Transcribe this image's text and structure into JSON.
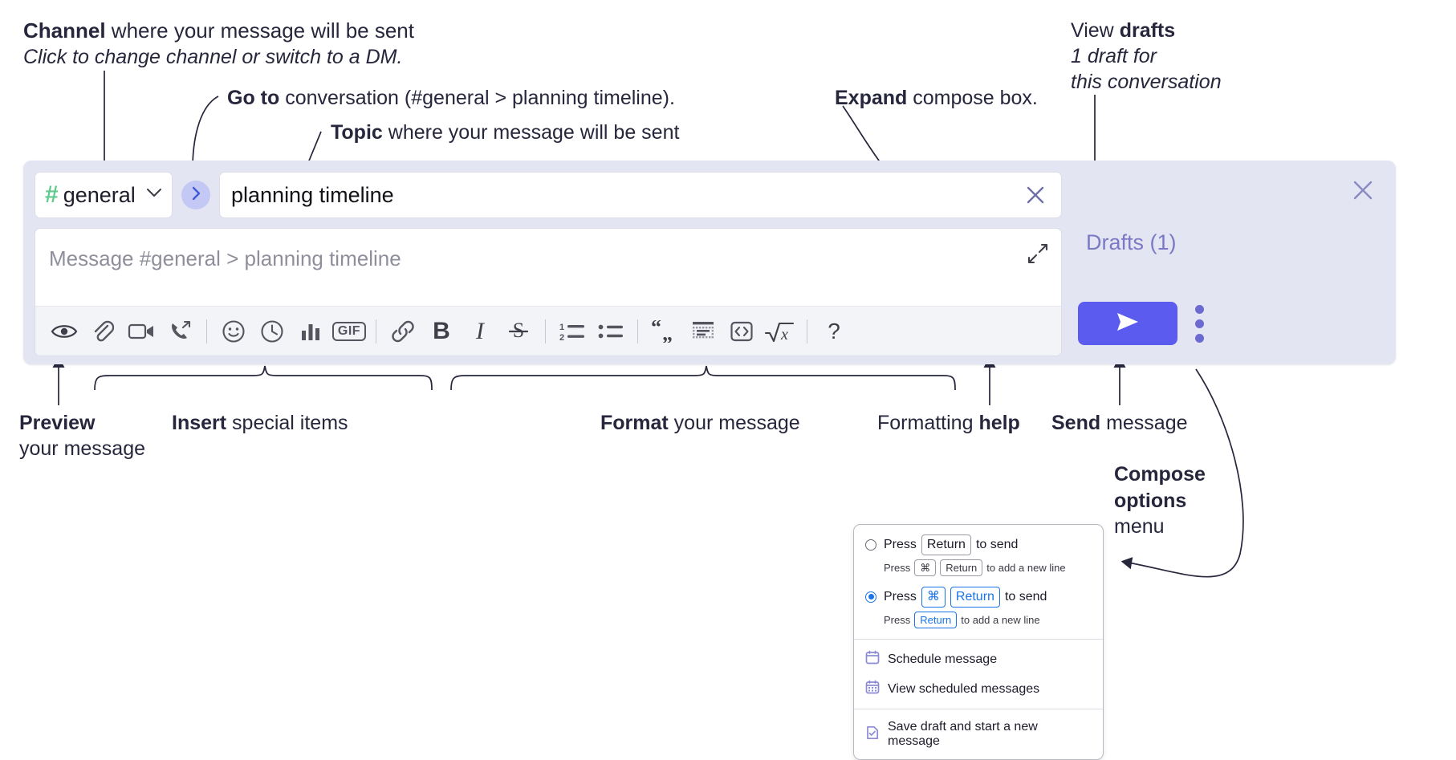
{
  "annotations": {
    "channel": {
      "bold": "Channel",
      "rest": " where your message will be sent",
      "line2": "Click to change channel or switch to a DM."
    },
    "goto": {
      "bold": "Go to",
      "rest": " conversation (#general > planning timeline)."
    },
    "topic": {
      "bold": "Topic",
      "rest": " where your message will be sent"
    },
    "expand": {
      "pre": "Expand",
      "rest": " compose box."
    },
    "drafts": {
      "pre": "View ",
      "bold": "drafts",
      "line2": "1 draft for",
      "line3": "this conversation"
    },
    "preview": {
      "bold": "Preview",
      "line2": "your message"
    },
    "insert": {
      "bold": "Insert",
      "rest": " special items"
    },
    "format": {
      "bold": "Format",
      "rest": " your message"
    },
    "formatting_help": {
      "pre": "Formatting ",
      "bold": "help"
    },
    "send": {
      "bold": "Send",
      "rest": " message"
    },
    "compose_options": {
      "l1": "Compose",
      "l2": "options",
      "l3": "menu"
    }
  },
  "compose": {
    "channel_name": "general",
    "channel_hash": "#",
    "goto_icon": "chevron-right-icon",
    "topic_value": "planning timeline",
    "message_placeholder": "Message #general > planning timeline",
    "drafts_label": "Drafts (1)",
    "send_icon": "paper-plane-icon",
    "kebab_icon": "more-vertical-icon",
    "close_icon": "close-icon",
    "expand_icon": "expand-icon",
    "clear_icon": "close-icon"
  },
  "toolbar": {
    "items": [
      {
        "name": "preview-icon",
        "label": "Preview"
      },
      {
        "name": "attachment-icon",
        "label": "Attach file"
      },
      {
        "name": "video-icon",
        "label": "Video clip"
      },
      {
        "name": "audio-call-icon",
        "label": "Audio clip"
      },
      {
        "name": "separator",
        "label": ""
      },
      {
        "name": "emoji-icon",
        "label": "Emoji"
      },
      {
        "name": "reminder-clock-icon",
        "label": "Reminder"
      },
      {
        "name": "poll-icon",
        "label": "Poll"
      },
      {
        "name": "gif-icon",
        "label": "GIF"
      },
      {
        "name": "separator",
        "label": ""
      },
      {
        "name": "link-icon",
        "label": "Link"
      },
      {
        "name": "bold-icon",
        "label": "B"
      },
      {
        "name": "italic-icon",
        "label": "I"
      },
      {
        "name": "strikethrough-icon",
        "label": "S"
      },
      {
        "name": "separator",
        "label": ""
      },
      {
        "name": "ordered-list-icon",
        "label": "Ordered list"
      },
      {
        "name": "bullet-list-icon",
        "label": "Bulleted list"
      },
      {
        "name": "separator",
        "label": ""
      },
      {
        "name": "blockquote-icon",
        "label": "Blockquote"
      },
      {
        "name": "code-block-icon",
        "label": "Code block"
      },
      {
        "name": "code-icon",
        "label": "Code"
      },
      {
        "name": "math-icon",
        "label": "Math"
      },
      {
        "name": "separator",
        "label": ""
      },
      {
        "name": "help-icon",
        "label": "?"
      }
    ]
  },
  "popup": {
    "option1": {
      "press": "Press",
      "key": "Return",
      "tail": "to send",
      "sub_press": "Press",
      "sub_key1": "⌘",
      "sub_key2": "Return",
      "sub_tail": "to add a new line",
      "selected": false
    },
    "option2": {
      "press": "Press",
      "key1": "⌘",
      "key2": "Return",
      "tail": "to send",
      "sub_press": "Press",
      "sub_key": "Return",
      "sub_tail": "to add a new line",
      "selected": true
    },
    "items": [
      {
        "icon": "calendar-icon",
        "label": "Schedule message"
      },
      {
        "icon": "calendar-grid-icon",
        "label": "View scheduled messages"
      },
      {
        "icon": "save-draft-icon",
        "label": "Save draft and start a new message"
      }
    ]
  },
  "colors": {
    "accent": "#5b5bf0",
    "panel_bg": "#e4e5f3",
    "hash_green": "#5fca8b",
    "drafts_purple": "#7a79c6",
    "popup_blue": "#1a73e8",
    "menu_icon_purple": "#8b8ad6"
  }
}
